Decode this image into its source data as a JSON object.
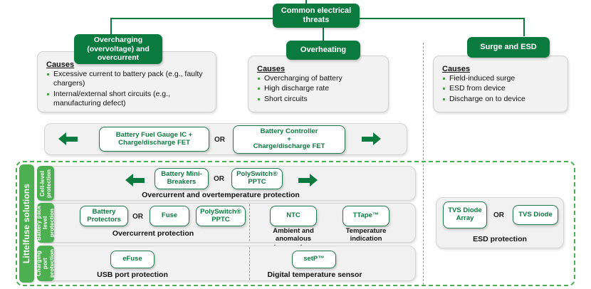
{
  "colors": {
    "dark_green": "#0b7a3f",
    "light_green": "#4cb050",
    "chip_text_green": "#0b7a3f",
    "panel_gray": "#f1f1f1",
    "border_gray": "#d3d3d3"
  },
  "root": {
    "label": "Common electrical threats"
  },
  "threats": [
    {
      "id": "overcharging",
      "label": "Overcharging (overvoltage) and overcurrent",
      "causes_title": "Causes",
      "causes": [
        "Excessive current to battery pack (e.g., faulty chargers)",
        "Internal/external short circuits (e.g., manufacturing defect)"
      ]
    },
    {
      "id": "overheating",
      "label": "Overheating",
      "causes_title": "Causes",
      "causes": [
        "Overcharging of battery",
        "High discharge rate",
        "Short circuits"
      ]
    },
    {
      "id": "surge-esd",
      "label": "Surge and ESD",
      "causes_title": "Causes",
      "causes": [
        "Field-induced surge",
        "ESD from device",
        "Discharge on to device"
      ]
    }
  ],
  "control_row": {
    "left_chip": "Battery Fuel Gauge IC + Charge/discharge FET",
    "or_label": "OR",
    "right_chip_line1": "Battery Controller",
    "right_chip_line2": "+",
    "right_chip_line3": "Charge/discharge FET"
  },
  "solutions": {
    "side_label": "Littelfuse solutions",
    "rows": [
      {
        "id": "cell-level",
        "tab_label": "Cell-level protection",
        "chips": [
          {
            "name": "battery-mini-breakers",
            "label": "Battery Mini-Breakers"
          },
          {
            "name": "polyswitch-pptc",
            "label": "PolySwitch® PPTC"
          }
        ],
        "or_label": "OR",
        "caption": "Overcurrent and overtemperature protection"
      },
      {
        "id": "battery-pack-level",
        "tab_label": "Battery pack level protection",
        "left_chips": [
          {
            "name": "battery-protectors",
            "label": "Battery Protectors"
          },
          {
            "name": "fuse",
            "label": "Fuse"
          },
          {
            "name": "polyswitch-pptc",
            "label": "PolySwitch® PPTC"
          }
        ],
        "or_label": "OR",
        "left_caption": "Overcurrent protection",
        "right_chips": [
          {
            "name": "ntc",
            "label": "NTC",
            "caption": "Ambient and anomalous temperature"
          },
          {
            "name": "ttape",
            "label": "TTape™",
            "caption": "Temperature indication"
          }
        ]
      },
      {
        "id": "charging-port",
        "tab_label": "Charging port protection",
        "left_chip": {
          "name": "efuse",
          "label": "eFuse"
        },
        "left_caption": "USB port protection",
        "right_chip": {
          "name": "setp",
          "label": "setP™"
        },
        "right_caption": "Digital temperature sensor"
      }
    ]
  },
  "esd": {
    "chips": [
      {
        "name": "tvs-diode-array",
        "label": "TVS Diode Array"
      },
      {
        "name": "tvs-diode",
        "label": "TVS Diode"
      }
    ],
    "or_label": "OR",
    "caption": "ESD protection"
  }
}
